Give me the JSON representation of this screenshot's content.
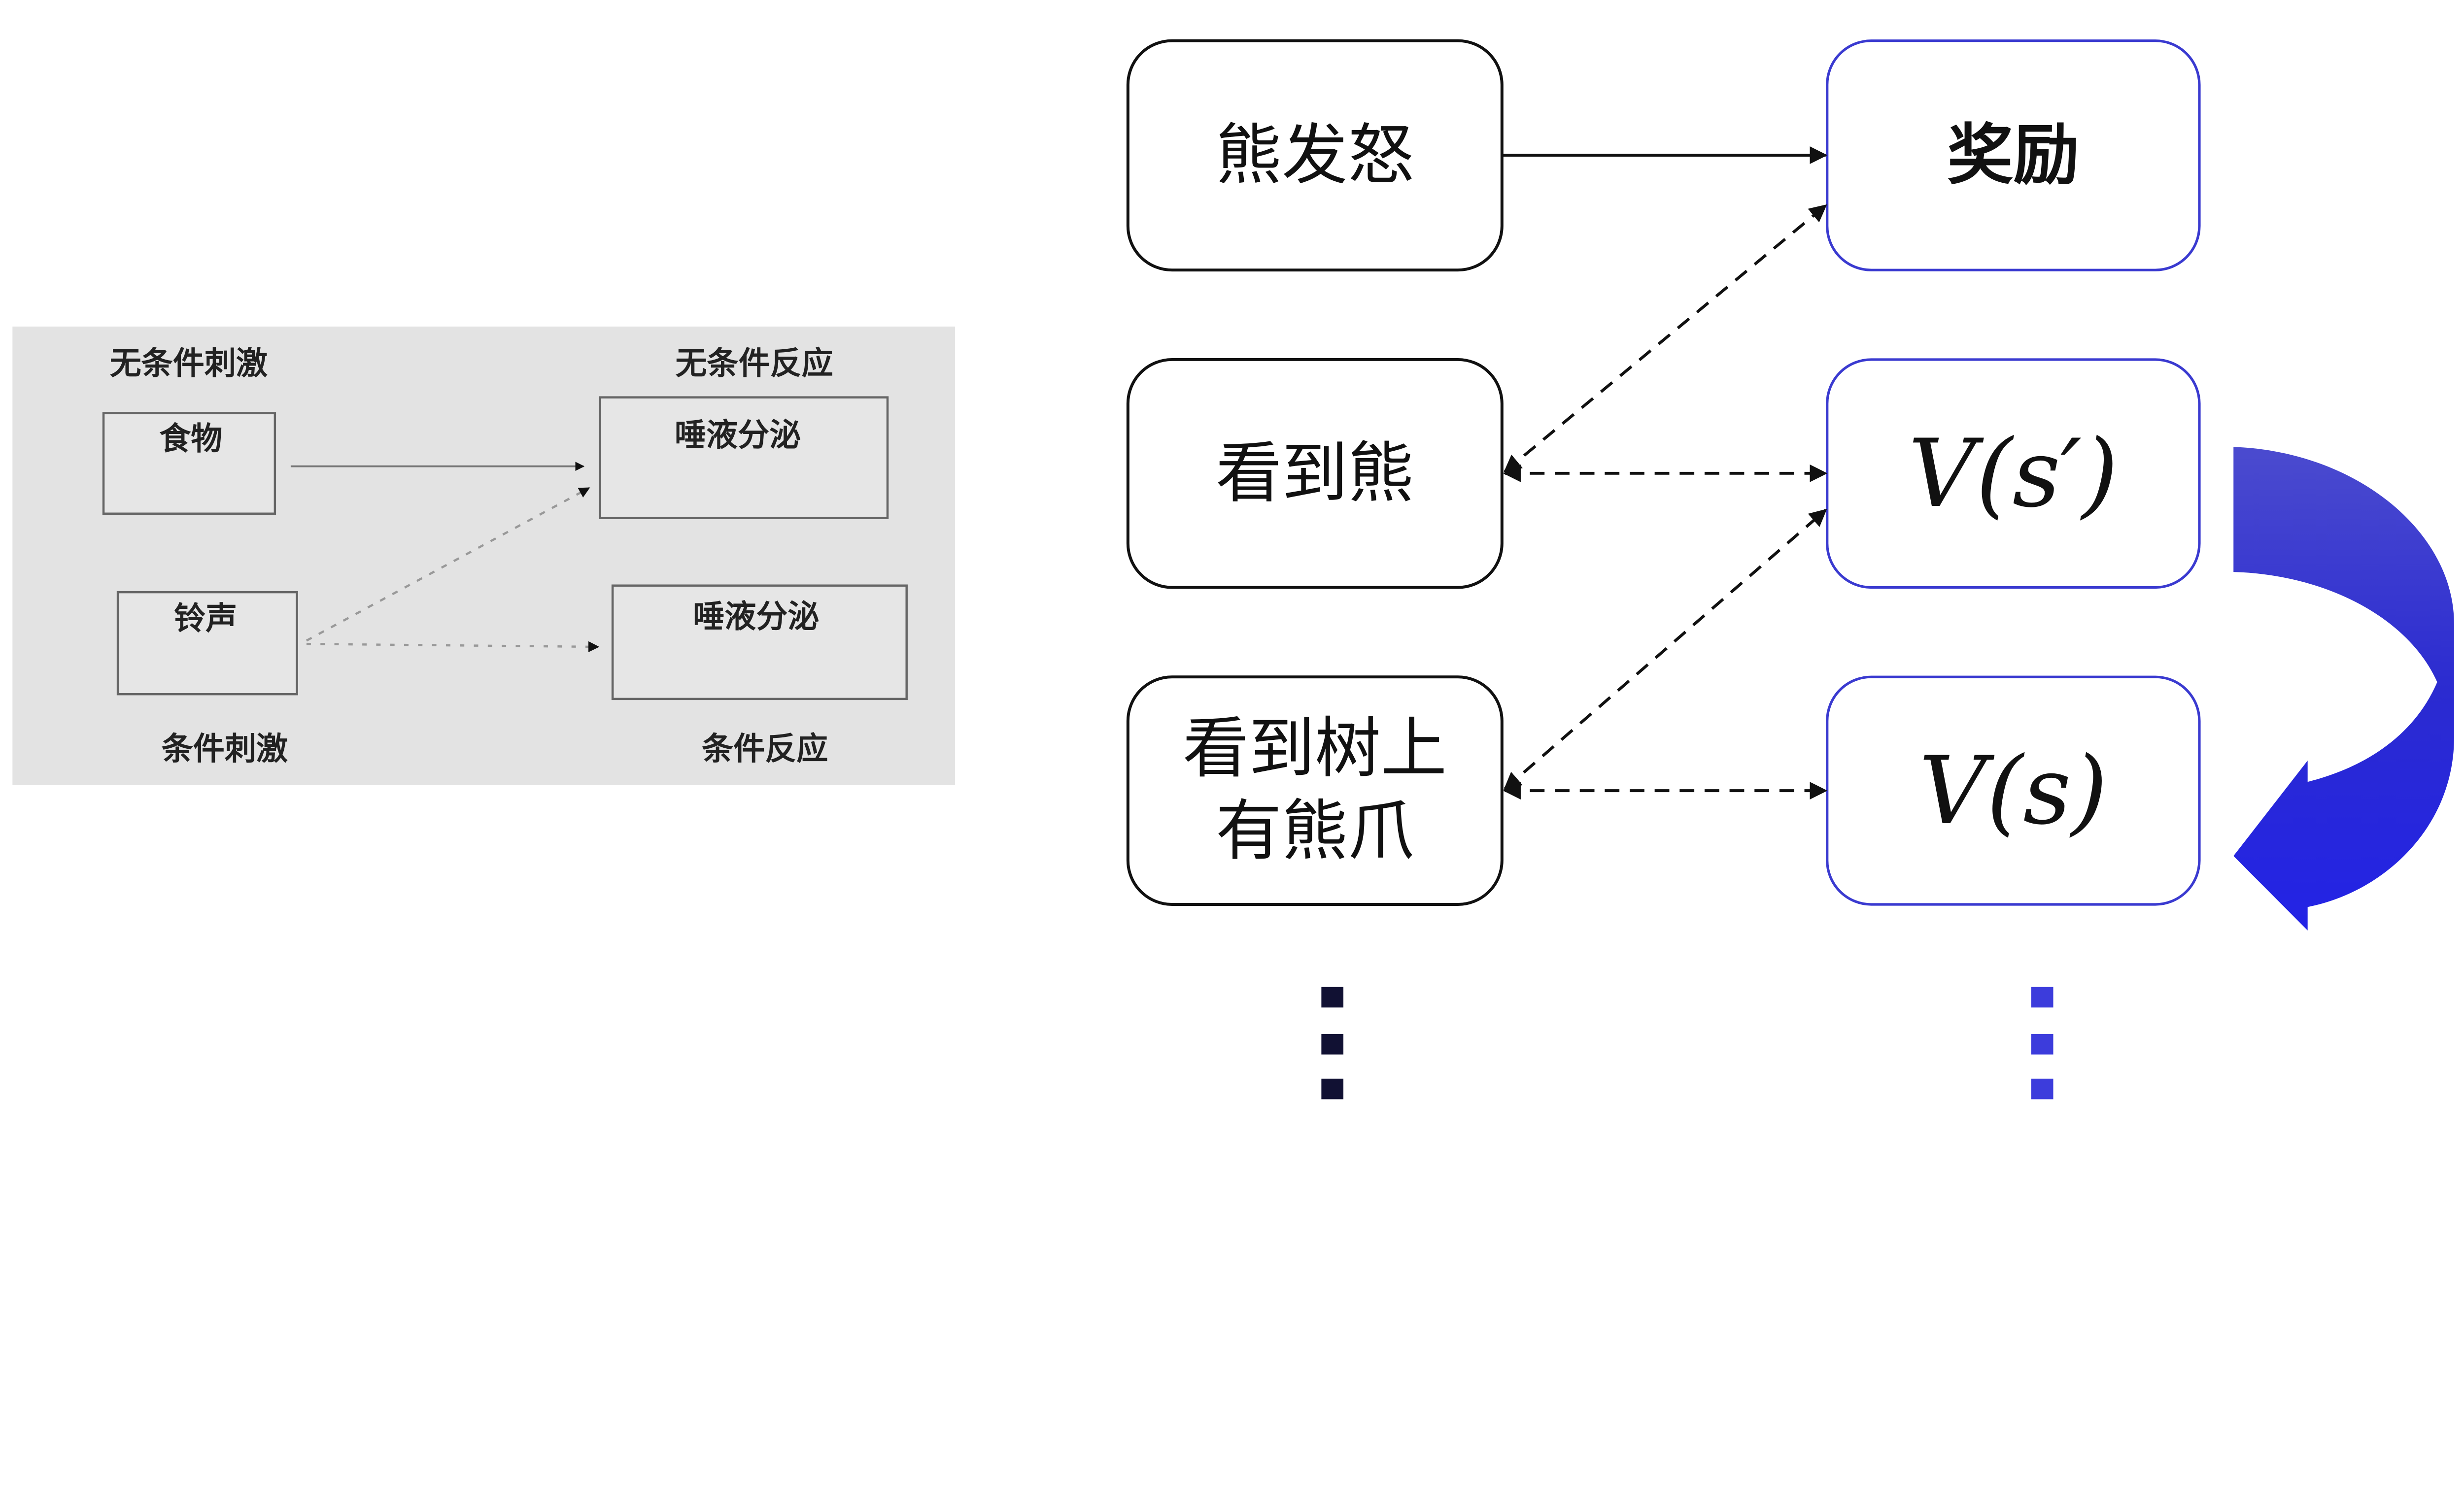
{
  "left_diagram": {
    "unconditioned_stimulus_label": "无条件刺激",
    "unconditioned_response_label": "无条件反应",
    "conditioned_stimulus_label": "条件刺激",
    "conditioned_response_label": "条件反应",
    "food": "食物",
    "bell": "铃声",
    "salivation_1": "唾液分泌",
    "salivation_2": "唾液分泌"
  },
  "right_diagram": {
    "left_nodes": [
      "熊发怒",
      "看到熊",
      "看到树上",
      "有熊爪"
    ],
    "right_nodes": [
      "奖励",
      "V(s′)",
      "V(s)"
    ],
    "colors": {
      "left_border": "#111111",
      "right_border": "#3a3ad0",
      "curved_arrow": "#2a2ae0",
      "dots_left": "#111133",
      "dots_right": "#3c3cdc"
    }
  }
}
